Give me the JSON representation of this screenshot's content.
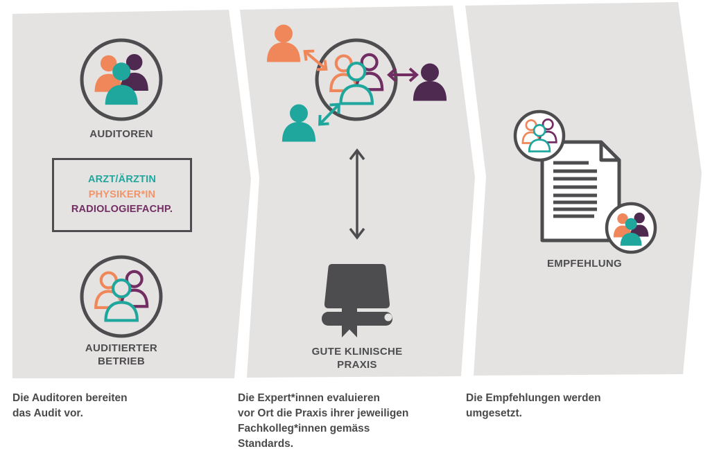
{
  "colors": {
    "panel_bg": "#e4e3e2",
    "dark": "#4d4d4f",
    "orange": "#f0875a",
    "orange-light": "#f2946a",
    "teal": "#1fa79e",
    "purple": "#4f2a50",
    "plum": "#722d63",
    "caption": "#4a4a4c"
  },
  "icons": {
    "group_filled": "people-group-filled-icon",
    "group_outline": "people-group-outline-icon",
    "person": "person-icon",
    "exchange_arrow": "double-headed-arrow-icon",
    "vertical_arrow": "vertical-double-arrow-icon",
    "book": "book-icon",
    "document": "document-icon"
  },
  "panels": [
    {
      "name": "audit-preparation",
      "top_icon_label": "AUDITOREN",
      "roles_box_lines": [
        {
          "text": "ARZT/ÄRZTIN",
          "color": "teal"
        },
        {
          "text": "PHYSIKER*IN",
          "color": "orange"
        },
        {
          "text": "RADIOLOGIEFACHP.",
          "color": "plum"
        }
      ],
      "bottom_icon_label_lines": [
        "AUDITIERTER",
        "BETRIEB"
      ],
      "caption_lines": [
        "Die Auditoren bereiten",
        "das Audit vor."
      ]
    },
    {
      "name": "on-site-evaluation",
      "book_label_lines": [
        "GUTE KLINISCHE",
        "PRAXIS"
      ],
      "caption_lines": [
        "Die Expert*innen evaluieren",
        "vor Ort die Praxis ihrer jeweiligen",
        "Fachkolleg*innen gemäss",
        "Standards."
      ]
    },
    {
      "name": "recommendation",
      "document_label": "EMPFEHLUNG",
      "caption_lines": [
        "Die Empfehlungen werden",
        "umgesetzt."
      ]
    }
  ]
}
